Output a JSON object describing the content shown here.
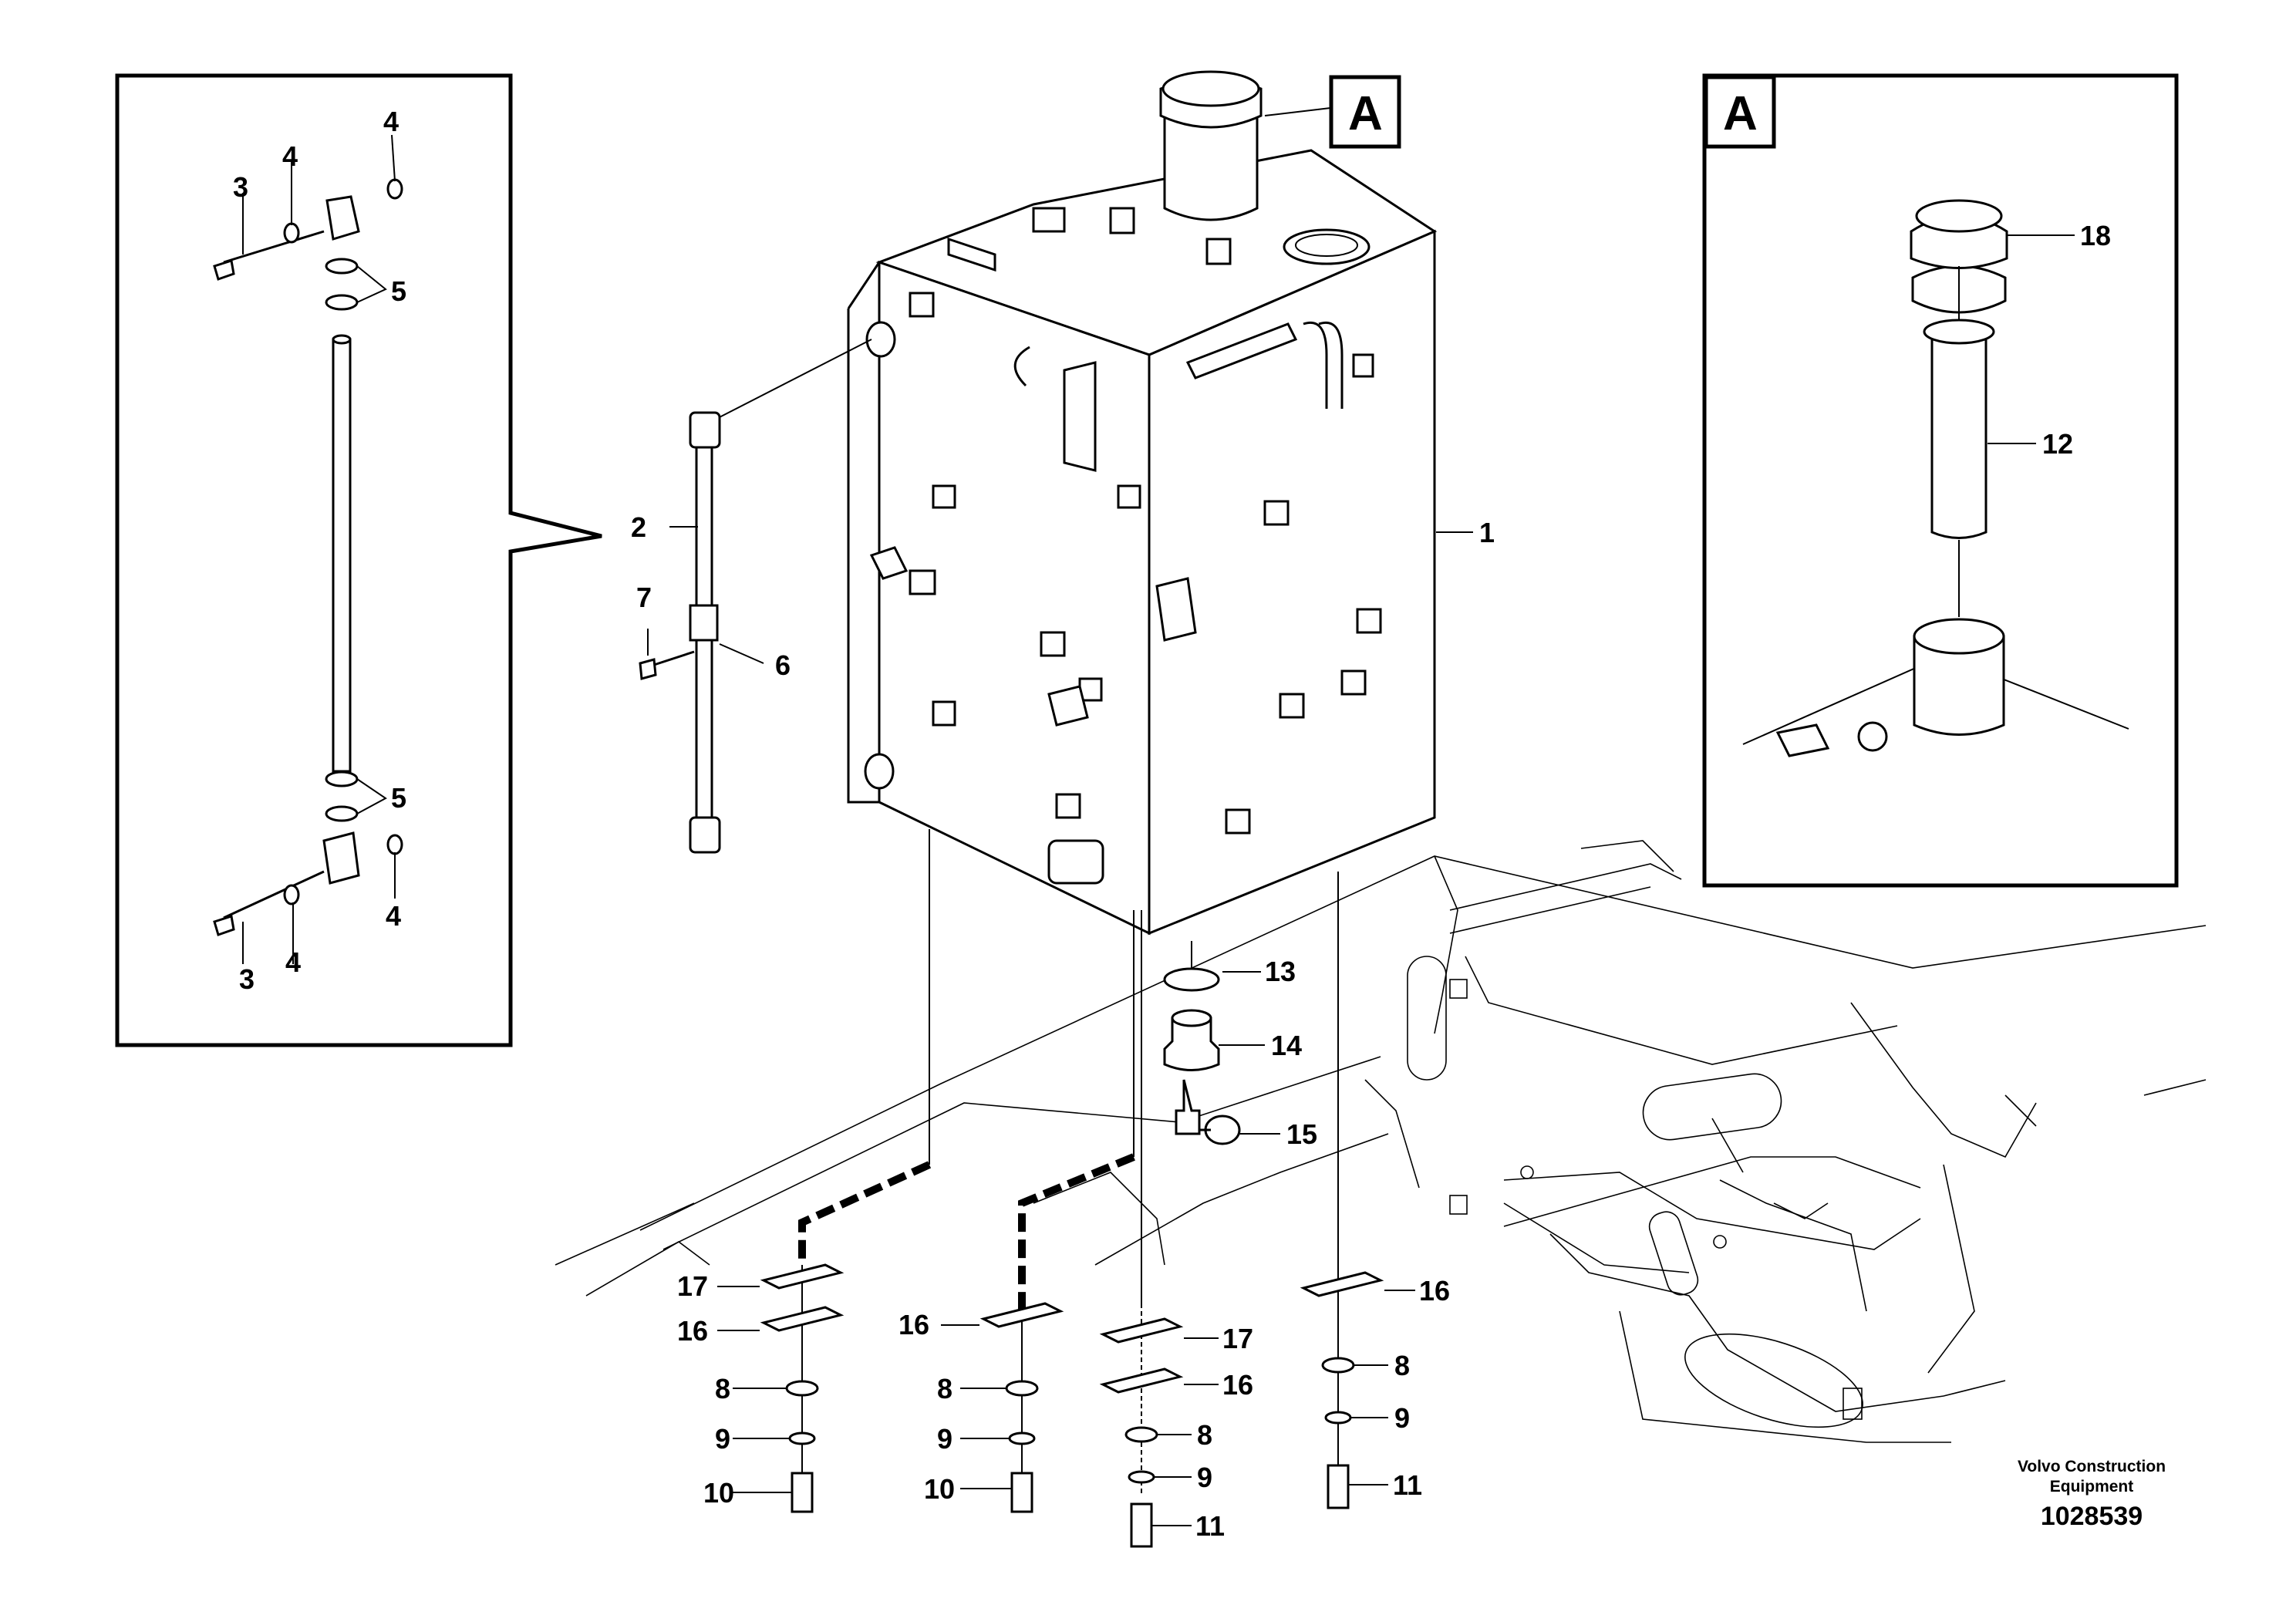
{
  "title": "",
  "callouts": {
    "left_detail": [
      "3",
      "4",
      "4",
      "4",
      "5",
      "5",
      "3",
      "4",
      "4"
    ],
    "main": [
      "1",
      "2",
      "6",
      "7",
      "13",
      "14",
      "15"
    ],
    "mounts": [
      "17",
      "16",
      "8",
      "9",
      "10",
      "16",
      "8",
      "9",
      "10",
      "17",
      "16",
      "8",
      "9",
      "11",
      "16",
      "8",
      "9",
      "11"
    ],
    "detail_a": [
      "18",
      "12"
    ]
  },
  "view_marker": {
    "main": "A",
    "detail": "A"
  },
  "footer": {
    "maker_line1": "Volvo Construction",
    "maker_line2": "Equipment",
    "doc_number": "1028539"
  }
}
